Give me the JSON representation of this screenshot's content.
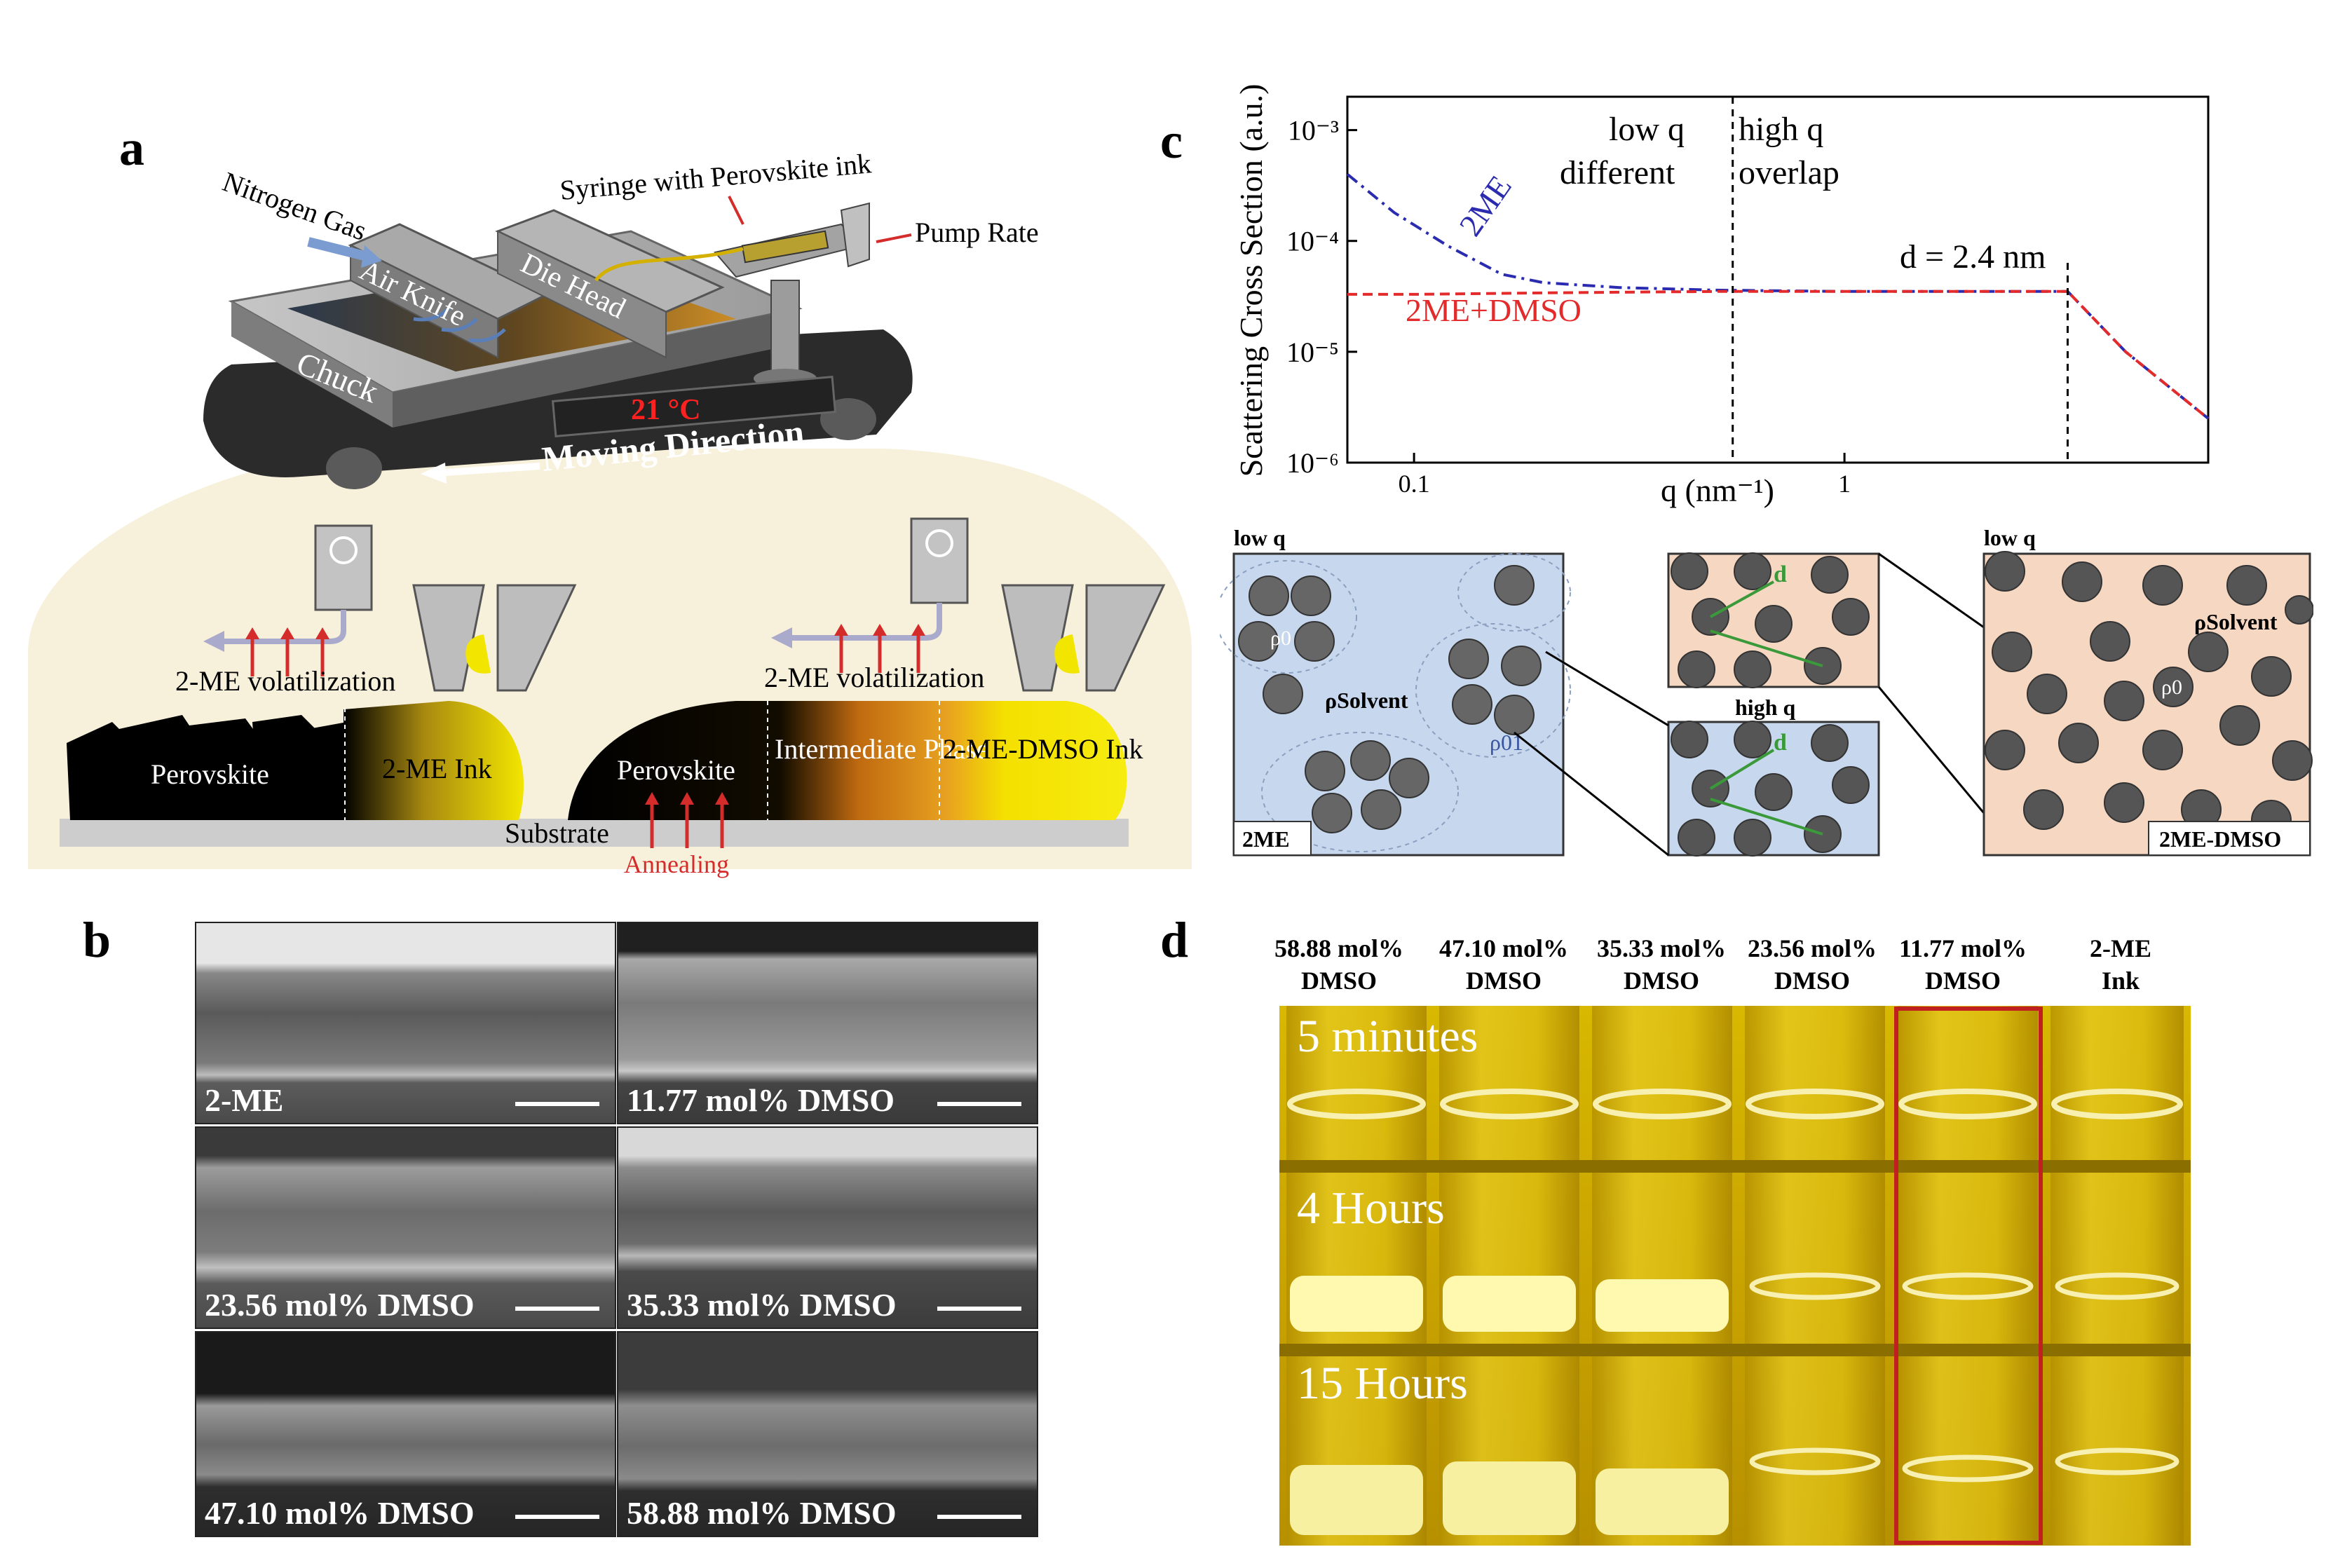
{
  "panels": {
    "a": "a",
    "b": "b",
    "c": "c",
    "d": "d"
  },
  "panel_a": {
    "nitrogen_gas": "Nitrogen Gas",
    "air_knife": "Air Knife",
    "die_head": "Die Head",
    "syringe": "Syringe with Perovskite ink",
    "pump_rate": "Pump Rate",
    "chuck": "Chuck",
    "temperature": "21 °C",
    "moving_direction": "Moving Direction",
    "volatilization_left": "2-ME volatilization",
    "volatilization_right": "2-ME volatilization",
    "perovskite_left": "Perovskite",
    "ink_left": "2-ME Ink",
    "perovskite_right": "Perovskite",
    "intermediate": "Intermediate Phase",
    "dmso_ink": "2-ME-DMSO Ink",
    "substrate": "Substrate",
    "annealing": "Annealing"
  },
  "panel_b": {
    "labels": [
      "2-ME",
      "11.77 mol% DMSO",
      "23.56 mol% DMSO",
      "35.33 mol% DMSO",
      "47.10 mol% DMSO",
      "58.88 mol% DMSO"
    ]
  },
  "chart_data": {
    "type": "line",
    "ylabel": "Scattering Cross Section (a.u.)",
    "xlabel": "q (nm⁻¹)",
    "x_scale": "log",
    "y_scale": "log",
    "xlim": [
      0.07,
      7
    ],
    "ylim": [
      1e-06,
      0.002
    ],
    "x_ticks": [
      "0.1",
      "1"
    ],
    "y_ticks": [
      "10⁻³",
      "10⁻⁴",
      "10⁻⁵",
      "10⁻⁶"
    ],
    "annotations": [
      "low q",
      "different",
      "high q",
      "overlap",
      "d = 2.4 nm"
    ],
    "vlines": [
      0.55,
      3.3
    ],
    "series": [
      {
        "name": "2ME",
        "color": "#2b2bb0",
        "dash": "dashdot",
        "x": [
          0.07,
          0.09,
          0.12,
          0.16,
          0.2,
          0.3,
          0.5,
          1.0,
          2.0,
          3.3,
          4.5,
          7.0
        ],
        "y": [
          0.0004,
          0.00018,
          9e-05,
          5e-05,
          4.2e-05,
          3.8e-05,
          3.6e-05,
          3.5e-05,
          3.5e-05,
          3.5e-05,
          1e-05,
          2.5e-06
        ]
      },
      {
        "name": "2ME+DMSO",
        "color": "#e32b2b",
        "dash": "dashed",
        "x": [
          0.07,
          0.1,
          0.2,
          0.5,
          1.0,
          2.0,
          3.3,
          4.5,
          7.0
        ],
        "y": [
          3.3e-05,
          3.3e-05,
          3.4e-05,
          3.5e-05,
          3.5e-05,
          3.5e-05,
          3.5e-05,
          1e-05,
          2.5e-06
        ]
      }
    ]
  },
  "panel_c_diagrams": {
    "low_q_left": "low q",
    "low_q_right": "low q",
    "high_q": "high q",
    "rho0": "ρ0",
    "rho_solvent": "ρSolvent",
    "rho01": "ρ01",
    "d": "d",
    "box_2me": "2ME",
    "box_2me_dmso": "2ME-DMSO"
  },
  "panel_d": {
    "headers": [
      [
        "58.88 mol%",
        "DMSO"
      ],
      [
        "47.10 mol%",
        "DMSO"
      ],
      [
        "35.33 mol%",
        "DMSO"
      ],
      [
        "23.56 mol%",
        "DMSO"
      ],
      [
        "11.77 mol%",
        "DMSO"
      ],
      [
        "2-ME",
        "Ink"
      ]
    ],
    "times": [
      "5 minutes",
      "4 Hours",
      "15 Hours"
    ]
  }
}
